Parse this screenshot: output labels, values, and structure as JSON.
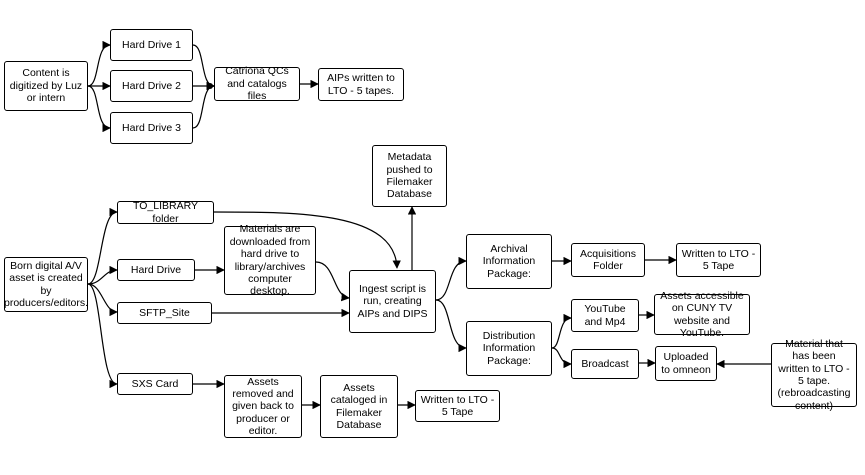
{
  "nodes": {
    "n_content": "Content is digitized by Luz or intern",
    "n_hd1": "Hard Drive 1",
    "n_hd2": "Hard Drive 2",
    "n_hd3": "Hard Drive 3",
    "n_catriona": "Catriona QCs and catalogs files",
    "n_aips_lto": "AIPs written to LTO - 5 tapes.",
    "n_born": "Born digital A/V asset is created by producers/editors.",
    "n_to_library": "TO_LIBRARY folder",
    "n_hard_drive": "Hard Drive",
    "n_sftp": "SFTP_Site",
    "n_sxs": "SXS Card",
    "n_materials": "Materials are downloaded from hard drive to library/archives computer desktop.",
    "n_ingest": "Ingest script is run, creating AIPs and DIPS",
    "n_metadata": "Metadata pushed to Filemaker Database",
    "n_archival": "Archival Information Package:",
    "n_distribution": "Distribution Information Package:",
    "n_acq": "Acquisitions Folder",
    "n_written_lto_1": "Written to LTO - 5 Tape",
    "n_youtube": "YouTube and Mp4",
    "n_assets_access": "Assets accessible on CUNY TV website and YouTube.",
    "n_broadcast": "Broadcast",
    "n_uploaded": "Uploaded to omneon",
    "n_material_written": "Material that has been written to LTO - 5 tape. (rebroadcasting content)",
    "n_assets_removed": "Assets removed and given back to producer or editor.",
    "n_assets_cataloged": "Assets cataloged in Filemaker Database",
    "n_written_lto_2": "Written to LTO - 5 Tape"
  }
}
